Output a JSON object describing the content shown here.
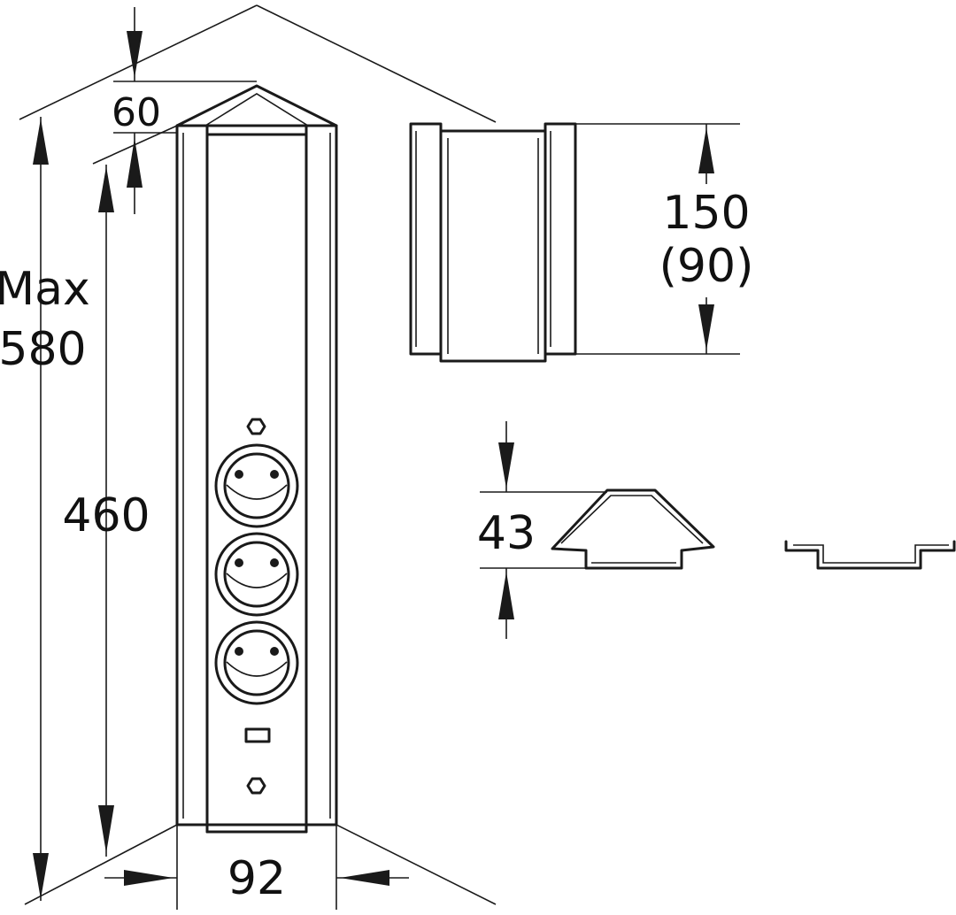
{
  "dimensions": {
    "max_label": "Max",
    "max_value": "580",
    "height_460": "460",
    "width_92": "92",
    "top_60": "60",
    "side_150": "150",
    "side_90": "(90)",
    "profile_43": "43"
  },
  "colors": {
    "line": "#1a1a1a",
    "background": "#ffffff"
  }
}
